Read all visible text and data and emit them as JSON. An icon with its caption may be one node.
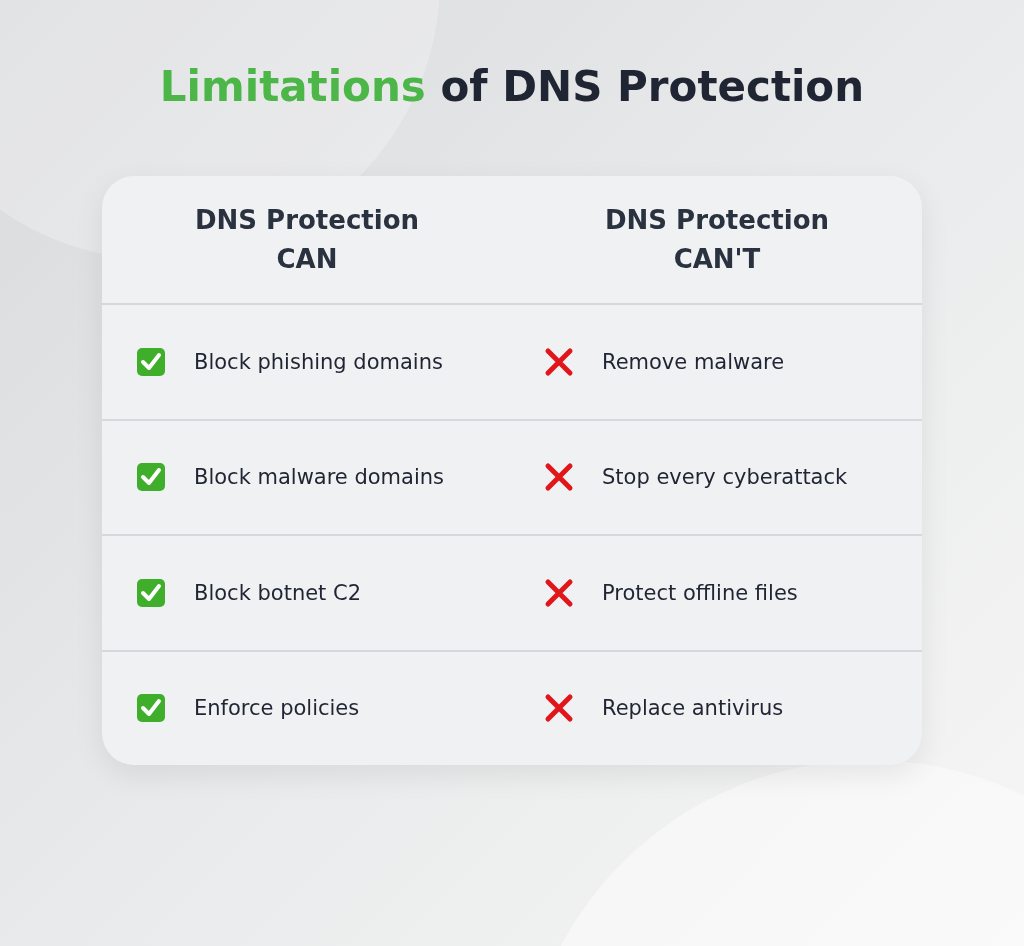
{
  "diagram": {
    "title": "Limitations of DNS Protection",
    "labels": [
      "DNS Protection CAN",
      "DNS Protection CAN'T",
      "Block phishing domains",
      "Remove malware",
      "Block malware domains",
      "Stop every cyberattack",
      "Block botnet C2",
      "Protect offline files",
      "Enforce policies",
      "Replace antivirus"
    ]
  }
}
